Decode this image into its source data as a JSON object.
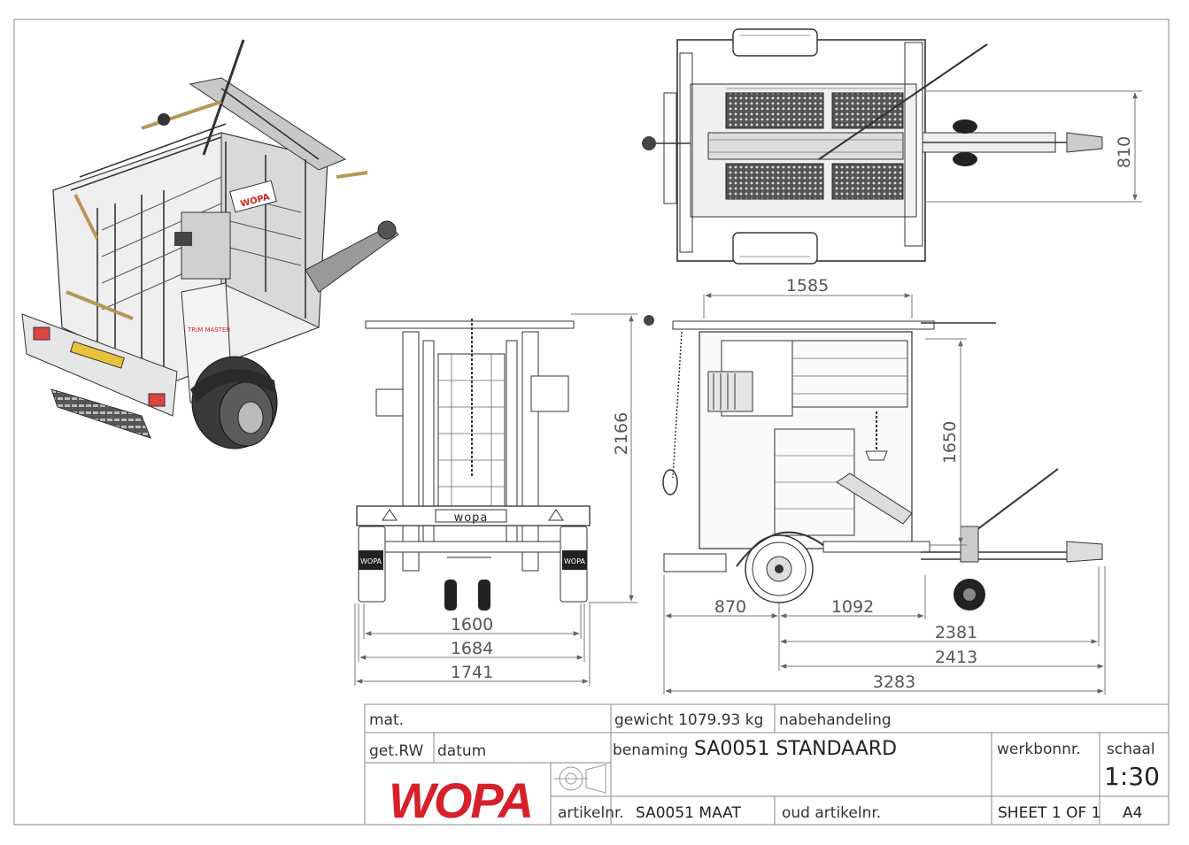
{
  "dimensions": {
    "top_width": "810",
    "front_height": "2166",
    "front_w1": "1600",
    "front_w2": "1684",
    "front_w3": "1741",
    "side_top": "1585",
    "side_height": "1650",
    "side_870": "870",
    "side_1092": "1092",
    "side_2381": "2381",
    "side_2413": "2413",
    "side_3283": "3283"
  },
  "labels": {
    "wopa_plate": "wopa",
    "mudflap_left": "WOPA",
    "mudflap_right": "WOPA"
  },
  "title_block": {
    "mat_label": "mat.",
    "gewicht": "gewicht 1079.93 kg",
    "nabehandeling": "nabehandeling",
    "get": "get.RW",
    "datum": "datum",
    "benaming_label": "benaming",
    "benaming_value": "SA0051 STANDAARD",
    "werkbonnr": "werkbonnr.",
    "schaal_label": "schaal",
    "schaal_value": "1:30",
    "artikelnr_label": "artikelnr.",
    "artikelnr_value": "SA0051 MAAT",
    "oud_artikelnr": "oud artikelnr.",
    "sheet": "SHEET 1 OF 1",
    "format": "A4",
    "logo_text": "WOPA"
  },
  "colors": {
    "logo_red": "#d6202a",
    "line": "#555555"
  }
}
